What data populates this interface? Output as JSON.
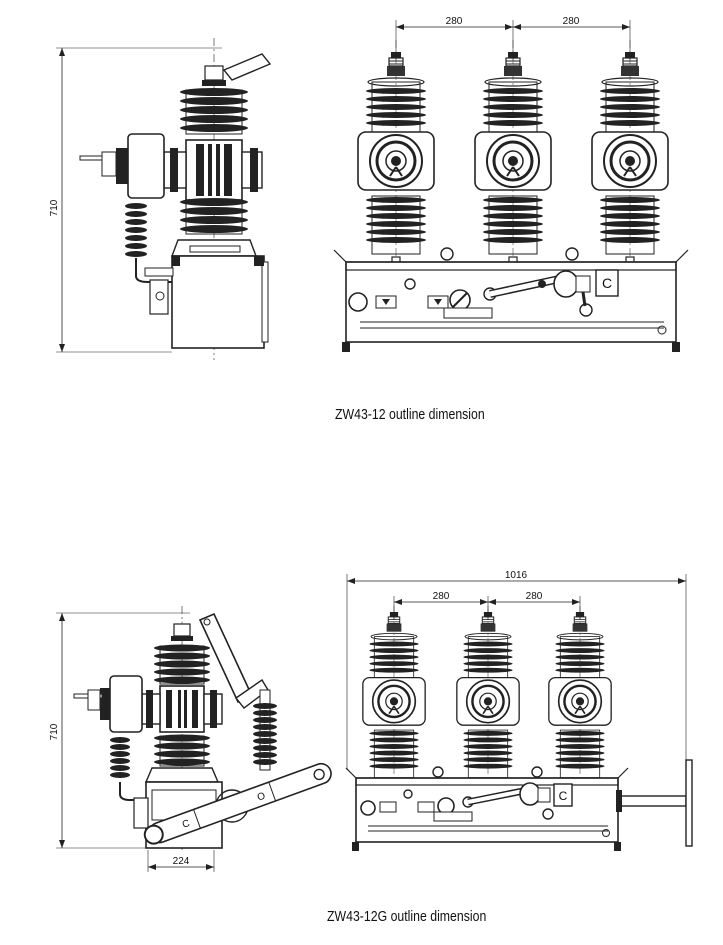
{
  "top": {
    "caption": "ZW43-12 outline dimension",
    "side_height": "710",
    "spacing_left": "280",
    "spacing_right": "280",
    "phase_labels": [
      "C"
    ]
  },
  "bottom": {
    "caption": "ZW43-12G outline dimension",
    "side_height": "710",
    "side_base_width": "224",
    "overall_width": "1016",
    "spacing_left": "280",
    "spacing_right": "280",
    "phase_labels": [
      "C"
    ],
    "arm_labels": [
      "C",
      "O"
    ]
  }
}
